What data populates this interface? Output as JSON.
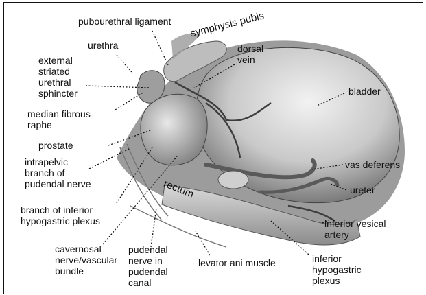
{
  "labels": {
    "pubourethral_ligament": "pubourethral ligament",
    "symphysis_pubis": "symphysis pubis",
    "urethra": "urethra",
    "external_striated_urethral_sphincter": "external\nstriated\nurethral\nsphincter",
    "dorsal_vein": "dorsal\nvein",
    "bladder": "bladder",
    "median_fibrous_raphe": "median fibrous\nraphe",
    "prostate": "prostate",
    "intrapelvic_branch": "intrapelvic\nbranch of\npudendal nerve",
    "vas_deferens": "vas deferens",
    "ureter": "ureter",
    "rectum": "rectum",
    "branch_inferior_hypogastric": "branch of inferior\nhypogastric plexus",
    "inferior_vesical_artery": "inferior vesical\nartery",
    "cavernosal_bundle": "cavernosal\nnerve/vascular\nbundle",
    "pudendal_nerve_canal": "pudendal\nnerve in\npudendal\ncanal",
    "levator_ani": "levator ani muscle",
    "inferior_hypogastric_plexus": "inferior\nhypogastric\nplexus"
  }
}
